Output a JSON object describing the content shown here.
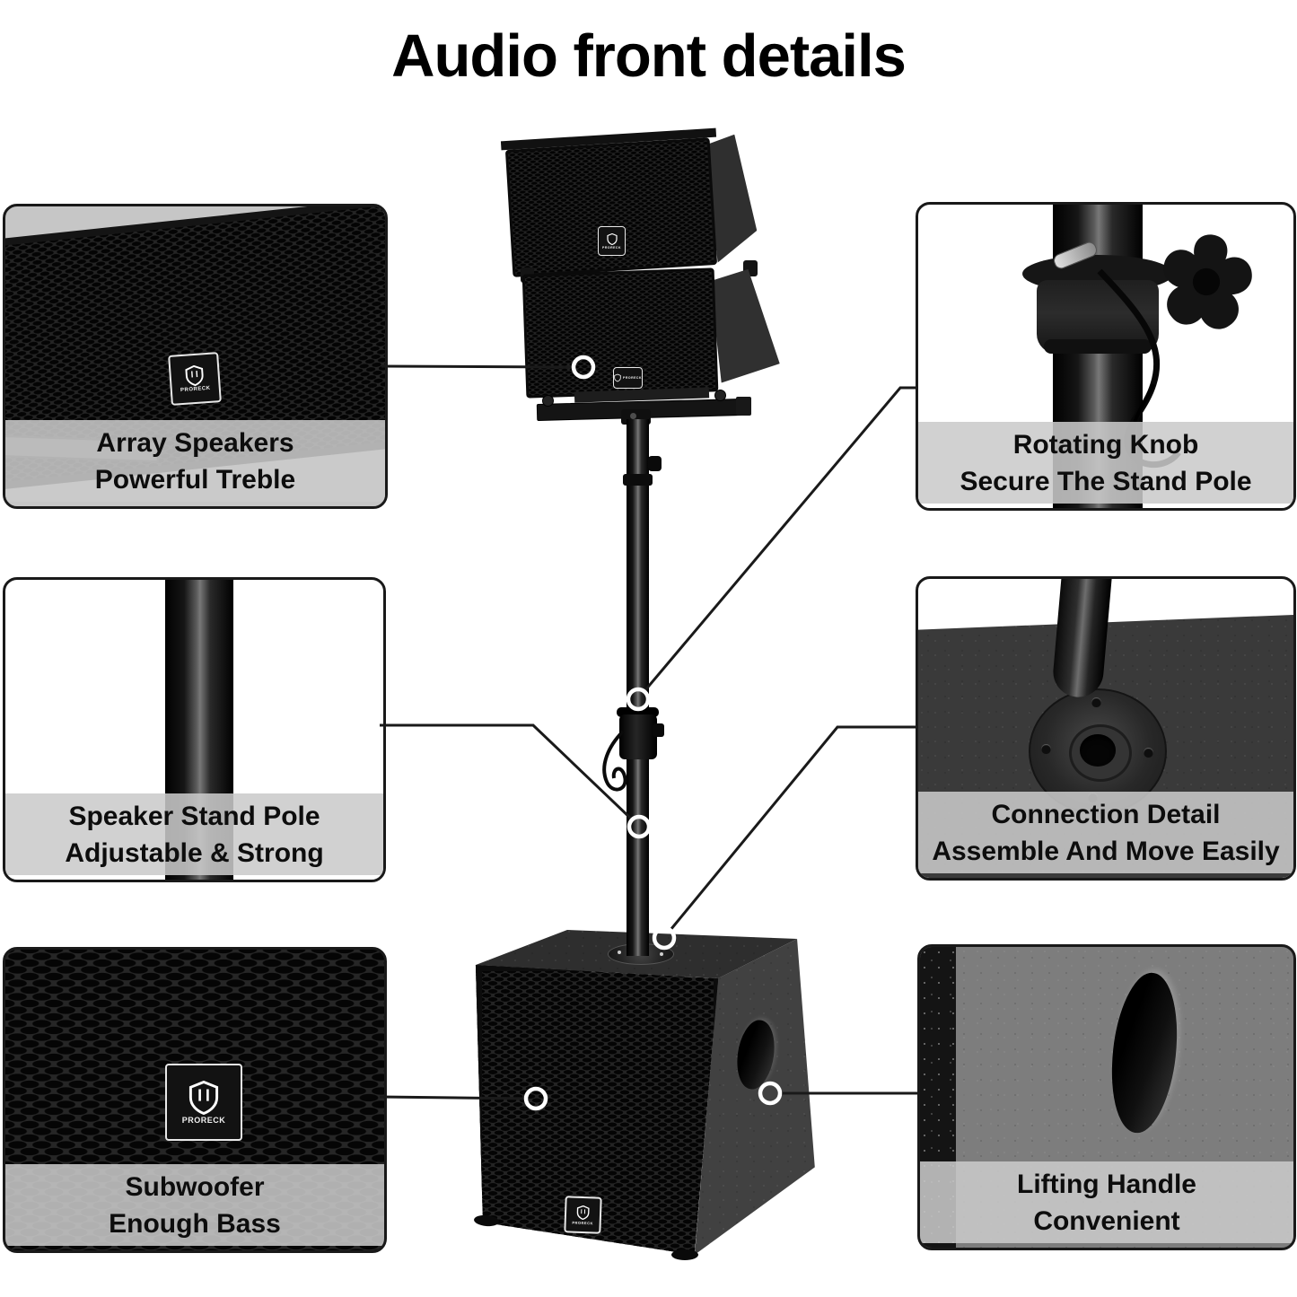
{
  "title": "Audio front details",
  "brand": "PRORECK",
  "callouts": {
    "array_speakers": {
      "line1": "Array Speakers",
      "line2": "Powerful Treble"
    },
    "stand_pole": {
      "line1": "Speaker Stand Pole",
      "line2": "Adjustable & Strong"
    },
    "subwoofer": {
      "line1": "Subwoofer",
      "line2": "Enough Bass"
    },
    "rotating_knob": {
      "line1": "Rotating Knob",
      "line2": "Secure The Stand Pole"
    },
    "connection_detail": {
      "line1": "Connection Detail",
      "line2": "Assemble And Move Easily"
    },
    "lifting_handle": {
      "line1": "Lifting Handle",
      "line2": "Convenient"
    }
  },
  "colors": {
    "connector_line": "#1a1a1a",
    "callout_ring": "#ffffff",
    "caption_band": "#cacaca",
    "title_color": "#000000"
  }
}
